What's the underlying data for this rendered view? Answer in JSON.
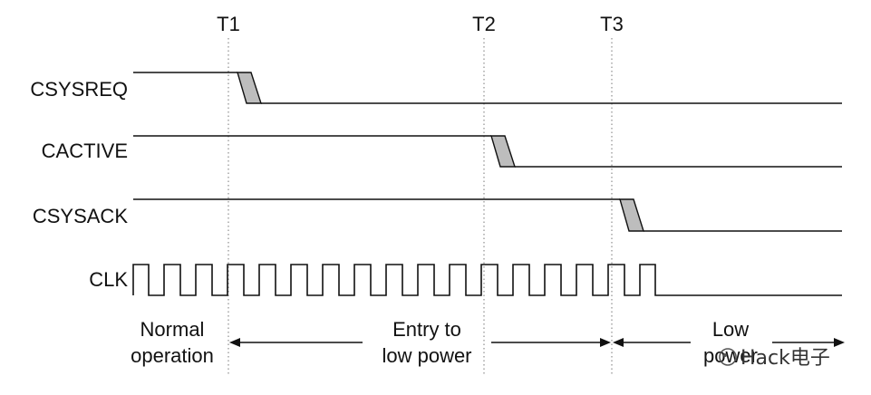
{
  "markers": [
    "T1",
    "T2",
    "T3"
  ],
  "signals": [
    "CSYSREQ",
    "CACTIVE",
    "CSYSACK",
    "CLK"
  ],
  "phases": {
    "normal": [
      "Normal",
      "operation"
    ],
    "entry": [
      "Entry to",
      "low power"
    ],
    "low": [
      "Low",
      "power"
    ]
  },
  "watermark": "Hack电子"
}
